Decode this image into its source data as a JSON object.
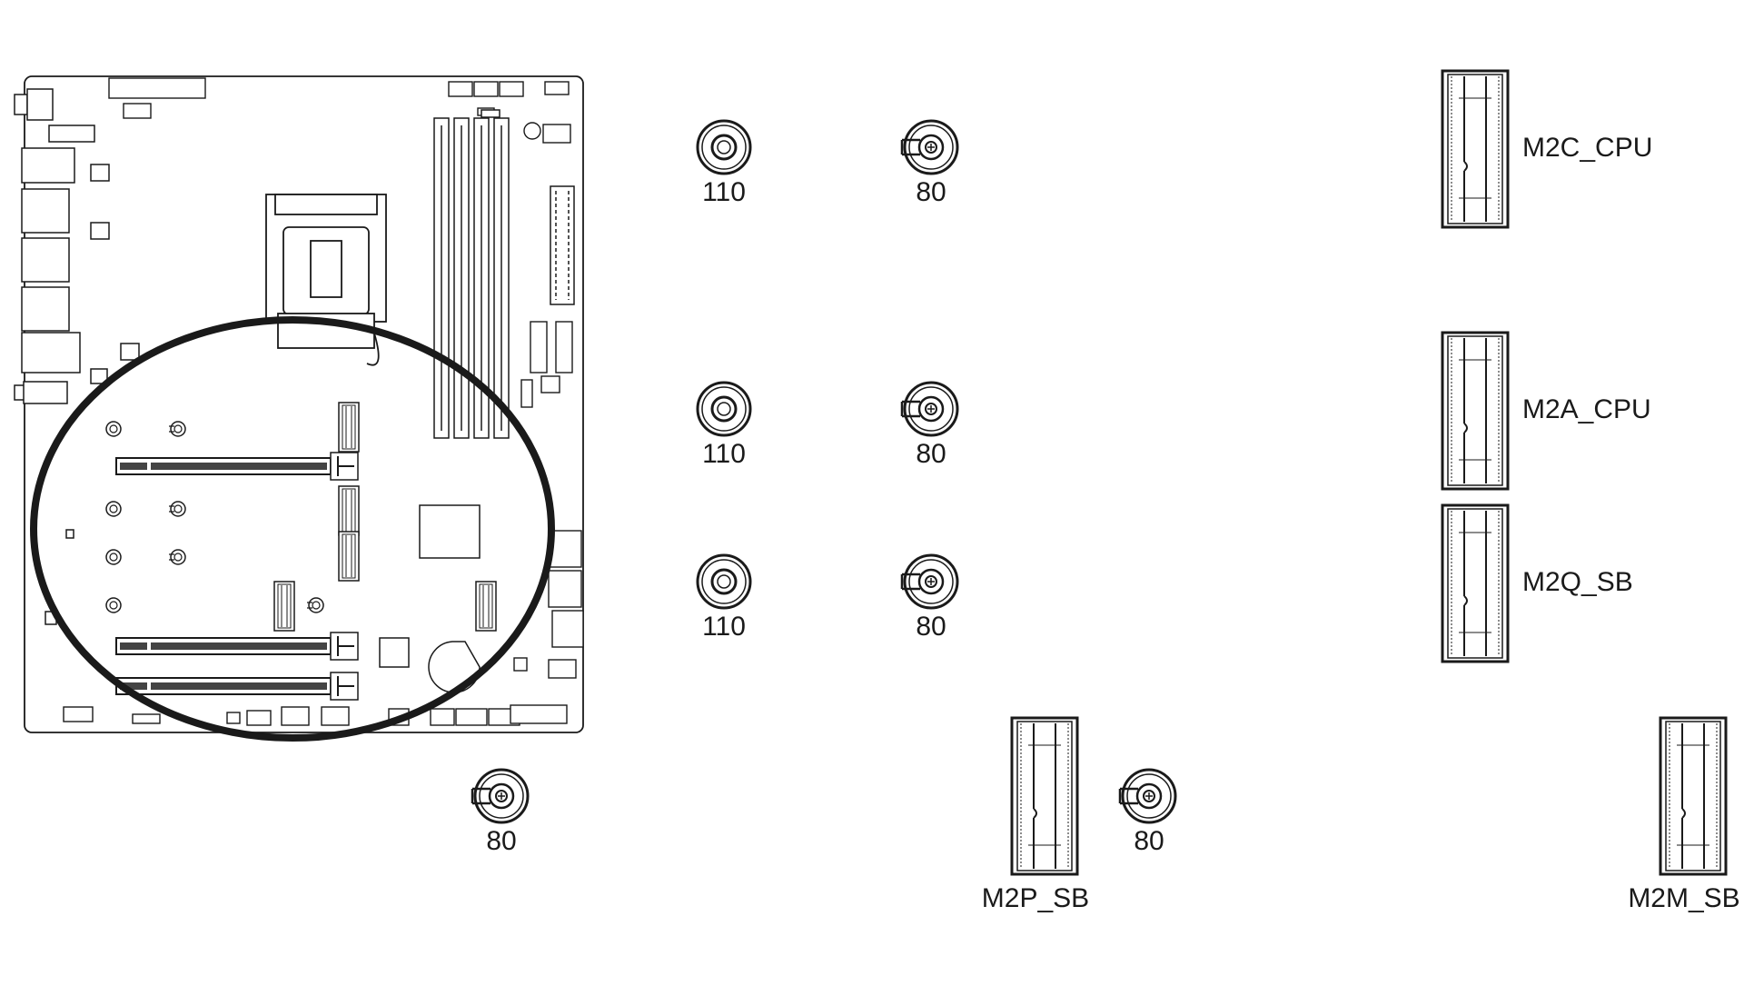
{
  "figure": {
    "standoffs": [
      {
        "id": "s1",
        "label": "110",
        "type": "post"
      },
      {
        "id": "s2",
        "label": "80",
        "type": "screw"
      },
      {
        "id": "s3",
        "label": "110",
        "type": "post"
      },
      {
        "id": "s4",
        "label": "80",
        "type": "screw"
      },
      {
        "id": "s5",
        "label": "110",
        "type": "post"
      },
      {
        "id": "s6",
        "label": "80",
        "type": "screw"
      },
      {
        "id": "s7",
        "label": "80",
        "type": "screw"
      },
      {
        "id": "s8",
        "label": "80",
        "type": "screw"
      }
    ],
    "slots": [
      {
        "id": "m2c",
        "label": "M2C_CPU"
      },
      {
        "id": "m2a",
        "label": "M2A_CPU"
      },
      {
        "id": "m2q",
        "label": "M2Q_SB"
      },
      {
        "id": "m2p",
        "label": "M2P_SB"
      },
      {
        "id": "m2m",
        "label": "M2M_SB"
      }
    ],
    "highlight": "M.2 slot area",
    "line_color": "#1a1a1a"
  }
}
